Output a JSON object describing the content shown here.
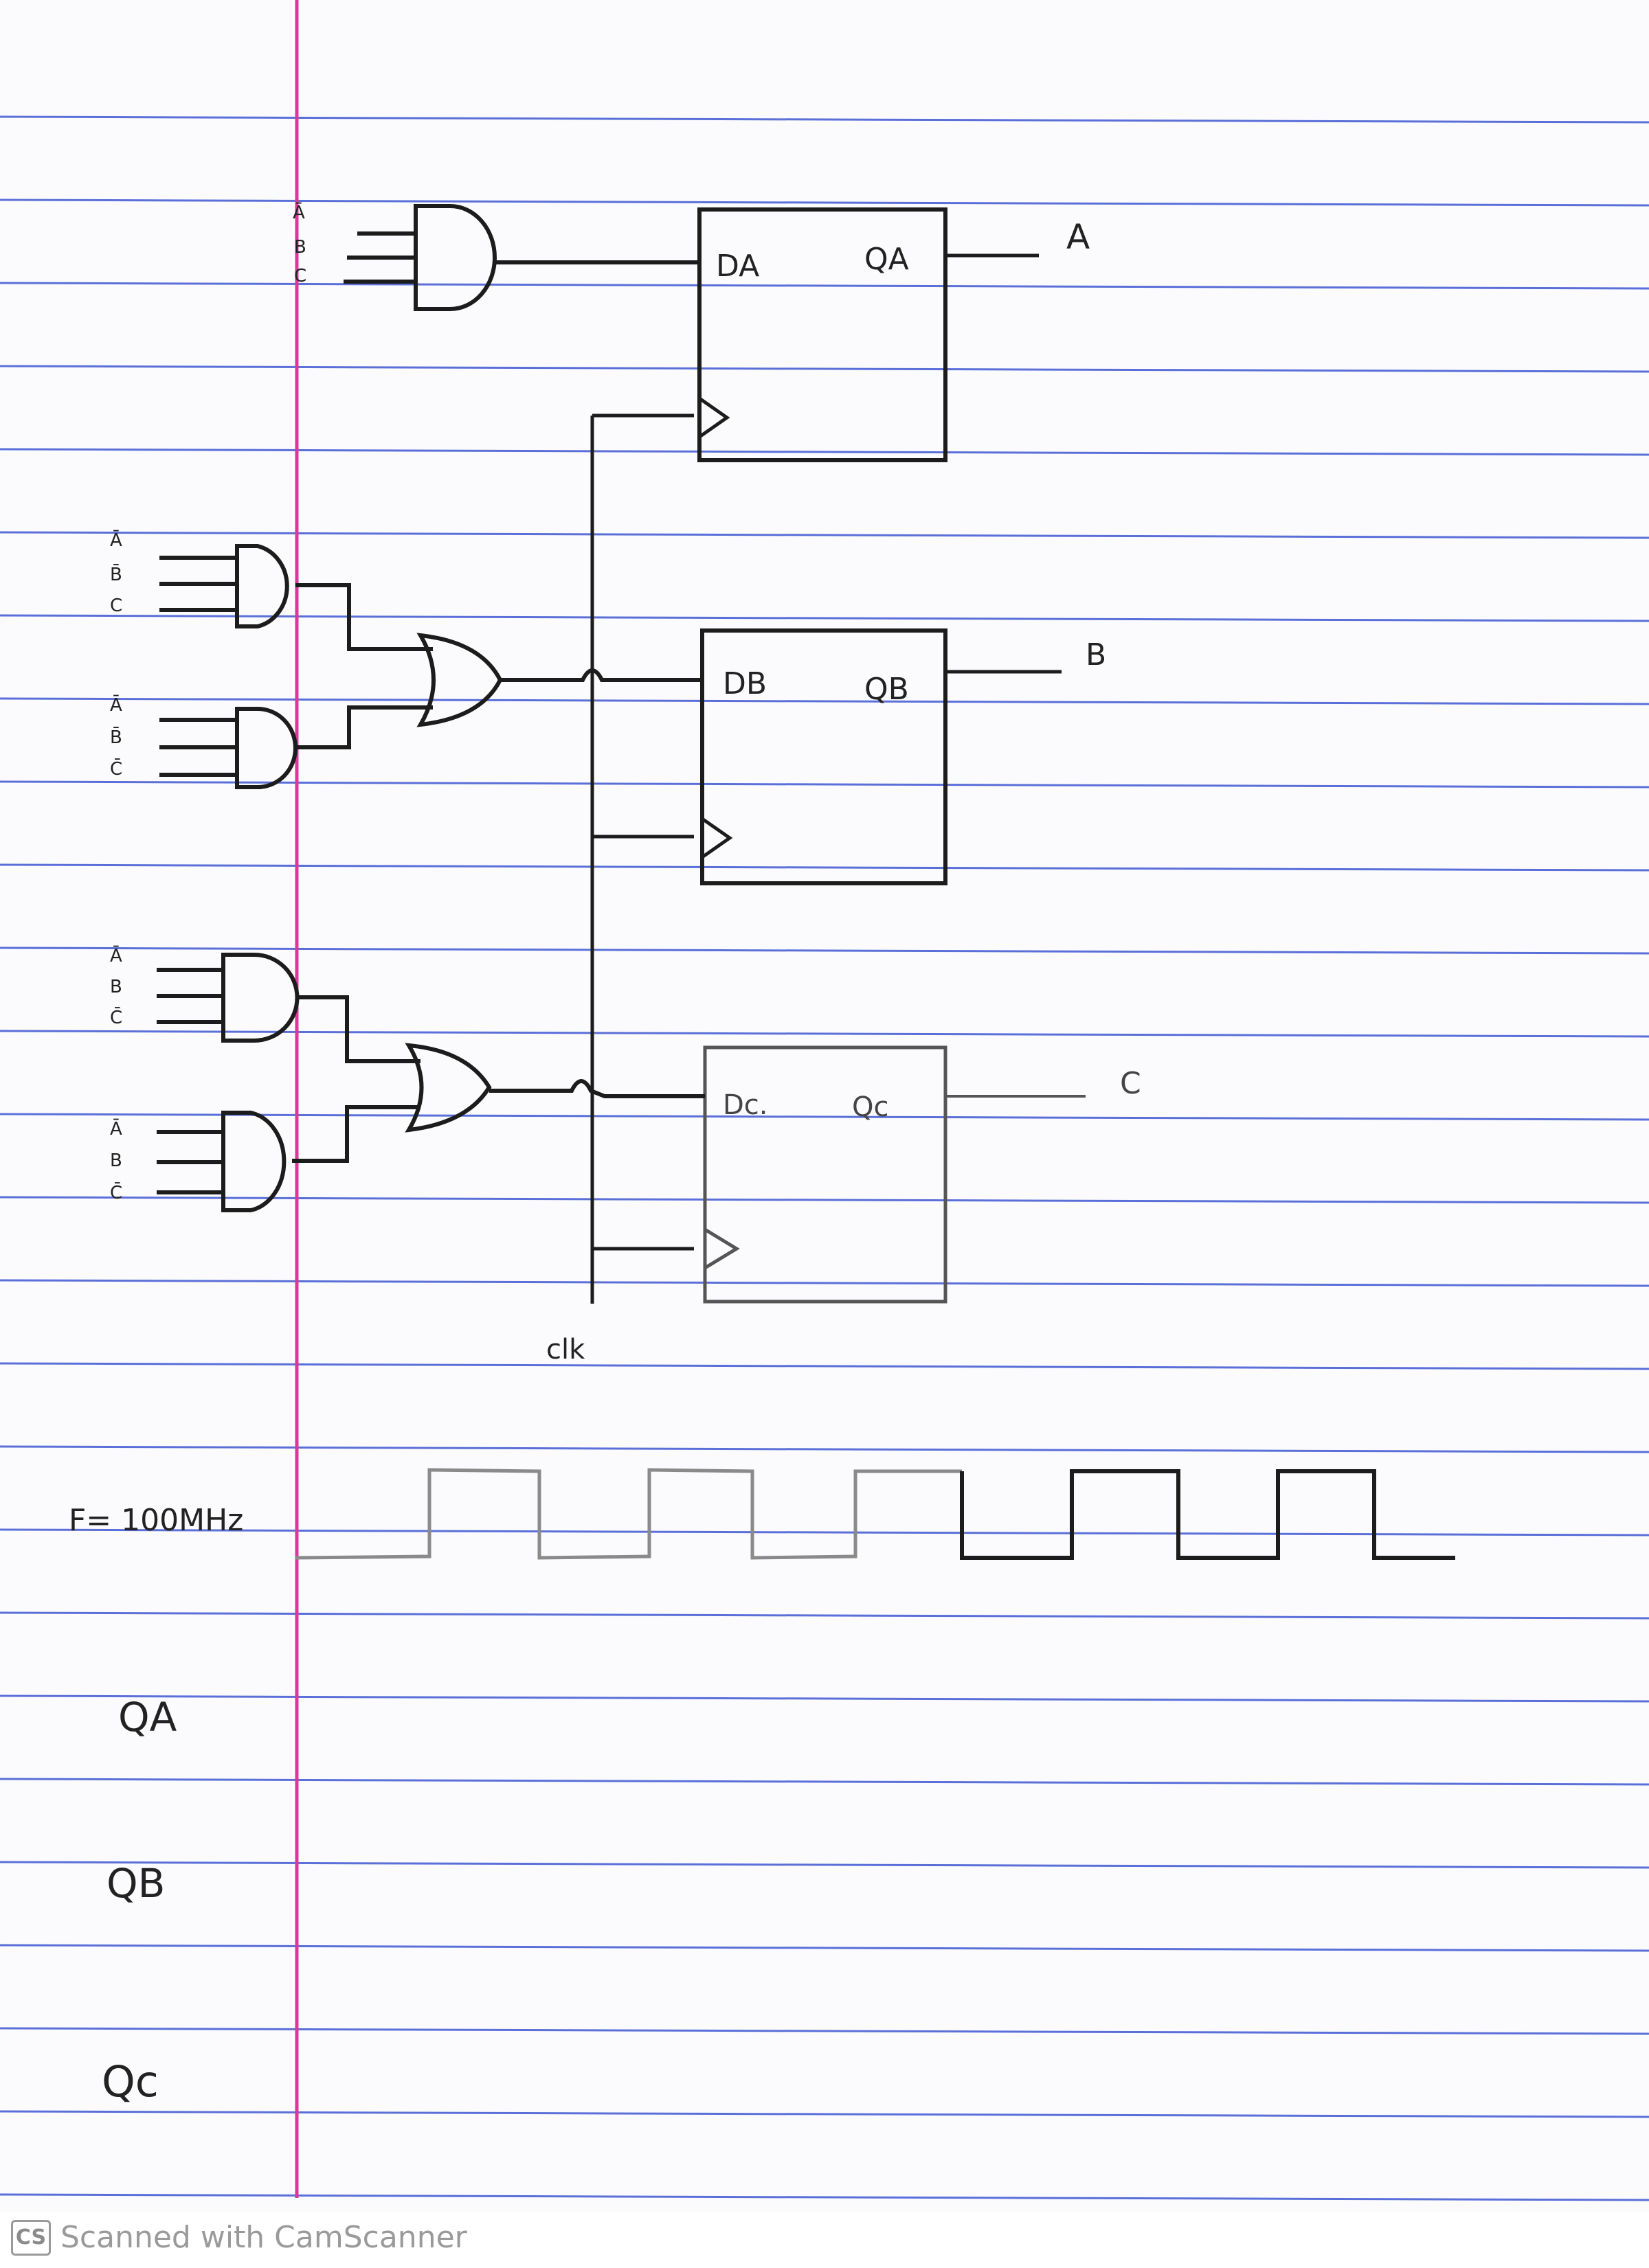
{
  "diagram": {
    "flipflops": [
      {
        "id": "A",
        "d_label": "DA",
        "q_label": "QA",
        "output": "A"
      },
      {
        "id": "B",
        "d_label": "DB",
        "q_label": "QB",
        "output": "B"
      },
      {
        "id": "C",
        "d_label": "Dc.",
        "q_label": "Qc",
        "output": "C"
      }
    ],
    "gate_inputs": {
      "g1": [
        "Ā",
        "B",
        "C"
      ],
      "g2": [
        "Ā",
        "B̄",
        "C"
      ],
      "g3": [
        "Ā",
        "B̄",
        "C̄"
      ],
      "g4": [
        "Ā",
        "B",
        "C̄"
      ],
      "g5": [
        "Ā",
        "B",
        "C̄"
      ]
    },
    "clock_label": "clk",
    "frequency_label": "F= 100MHz",
    "timing_rows": [
      "QA",
      "QB",
      "Qc"
    ]
  },
  "colors": {
    "ruled_line": "#5b6fd8",
    "margin_line": "#e0359a",
    "ink": "#1c1c1c",
    "pencil": "#8a8a8a"
  },
  "footer": {
    "logo": "CS",
    "text": "Scanned with CamScanner"
  }
}
